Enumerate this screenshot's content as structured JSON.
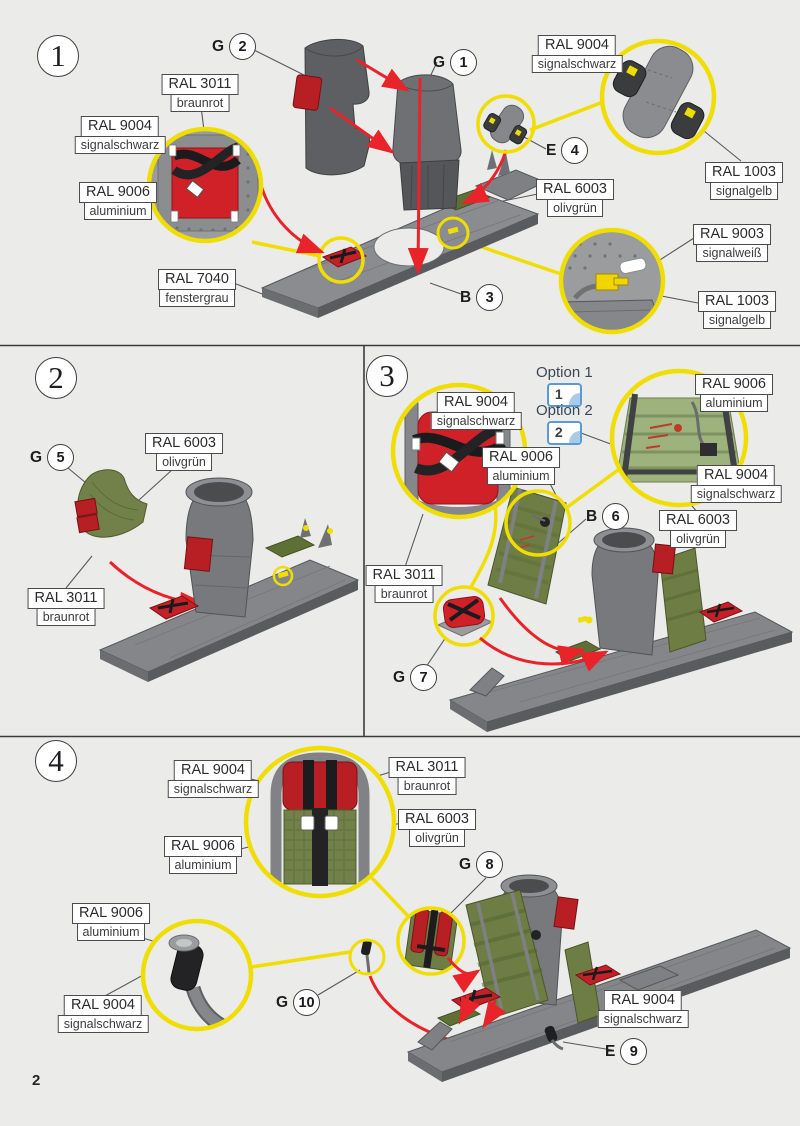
{
  "page": {
    "number": "2"
  },
  "colors": {
    "background": "#ebebe9",
    "highlight_yellow": "#f0de00",
    "arrow_red": "#e8232a",
    "part_red": "#c32127",
    "part_gray": "#8a8c8f",
    "part_olive": "#6e7d44",
    "option_blue": "#5b9bd5"
  },
  "steps": {
    "s1": {
      "number": "1",
      "callouts": [
        {
          "letter": "G",
          "num": "2"
        },
        {
          "letter": "G",
          "num": "1"
        },
        {
          "letter": "E",
          "num": "4"
        },
        {
          "letter": "B",
          "num": "3"
        }
      ],
      "labels": [
        {
          "code": "RAL 3011",
          "name": "braunrot"
        },
        {
          "code": "RAL 9004",
          "name": "signalschwarz"
        },
        {
          "code": "RAL 9006",
          "name": "aluminium"
        },
        {
          "code": "RAL 7040",
          "name": "fenstergrau"
        },
        {
          "code": "RAL 9004",
          "name": "signalschwarz"
        },
        {
          "code": "RAL 1003",
          "name": "signalgelb"
        },
        {
          "code": "RAL 6003",
          "name": "olivgrün"
        },
        {
          "code": "RAL 9003",
          "name": "signalweiß"
        },
        {
          "code": "RAL 1003",
          "name": "signalgelb"
        }
      ]
    },
    "s2": {
      "number": "2",
      "callouts": [
        {
          "letter": "G",
          "num": "5"
        }
      ],
      "labels": [
        {
          "code": "RAL 6003",
          "name": "olivgrün"
        },
        {
          "code": "RAL 3011",
          "name": "braunrot"
        }
      ]
    },
    "s3": {
      "number": "3",
      "callouts": [
        {
          "letter": "B",
          "num": "6"
        },
        {
          "letter": "G",
          "num": "7"
        }
      ],
      "options": [
        {
          "label": "Option 1",
          "decal": "1"
        },
        {
          "label": "Option 2",
          "decal": "2"
        }
      ],
      "labels": [
        {
          "code": "RAL 9004",
          "name": "signalschwarz"
        },
        {
          "code": "RAL 9006",
          "name": "aluminium"
        },
        {
          "code": "RAL 9006",
          "name": "aluminium"
        },
        {
          "code": "RAL 9004",
          "name": "signalschwarz"
        },
        {
          "code": "RAL 6003",
          "name": "olivgrün"
        },
        {
          "code": "RAL 3011",
          "name": "braunrot"
        }
      ]
    },
    "s4": {
      "number": "4",
      "callouts": [
        {
          "letter": "G",
          "num": "8"
        },
        {
          "letter": "G",
          "num": "10"
        },
        {
          "letter": "E",
          "num": "9"
        }
      ],
      "labels": [
        {
          "code": "RAL 9004",
          "name": "signalschwarz"
        },
        {
          "code": "RAL 3011",
          "name": "braunrot"
        },
        {
          "code": "RAL 6003",
          "name": "olivgrün"
        },
        {
          "code": "RAL 9006",
          "name": "aluminium"
        },
        {
          "code": "RAL 9006",
          "name": "aluminium"
        },
        {
          "code": "RAL 9004",
          "name": "signalschwarz"
        },
        {
          "code": "RAL 9004",
          "name": "signalschwarz"
        }
      ]
    }
  }
}
